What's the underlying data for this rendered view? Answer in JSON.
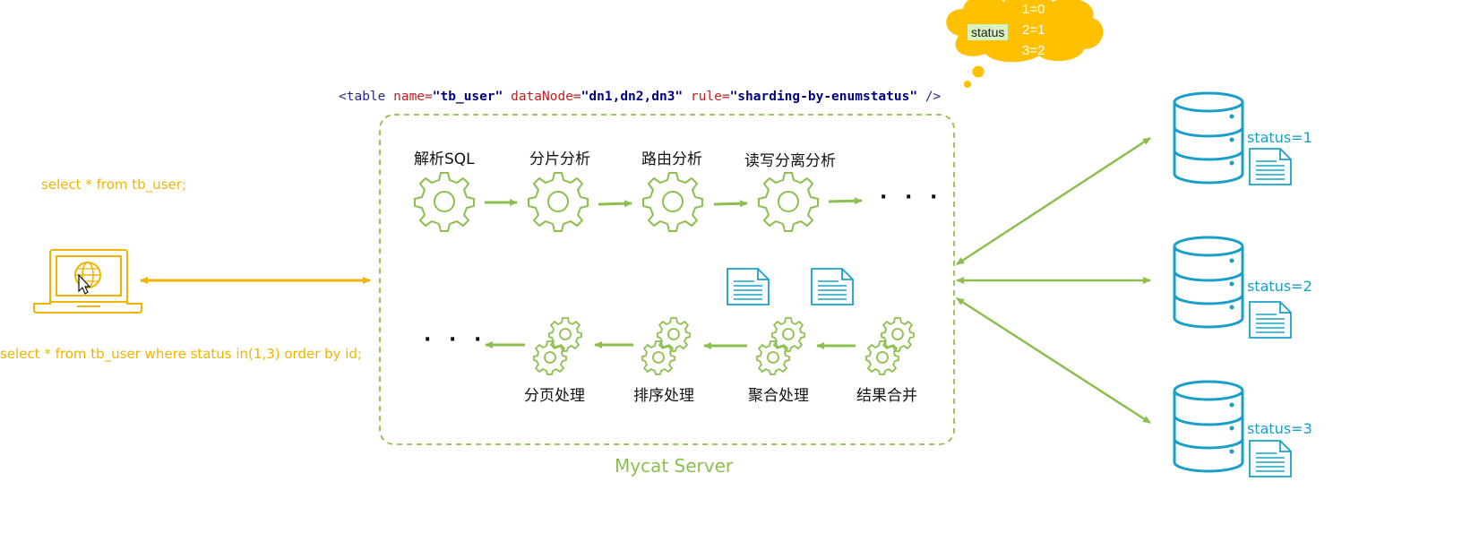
{
  "query_top": "select * from tb_user;",
  "query_bottom": "select * from tb_user where  status in(1,3) order by id;",
  "config": {
    "open": "<table",
    "name_attr": "name=",
    "name_val": "\"tb_user\"",
    "datanode_attr": "dataNode=",
    "datanode_val": "\"dn1,dn2,dn3\"",
    "rule_attr": "rule=",
    "rule_val": "\"sharding-by-enumstatus\"",
    "close": "/>"
  },
  "cloud": {
    "key": "status",
    "mappings": [
      "1=0",
      "2=1",
      "3=2"
    ]
  },
  "server": {
    "title": "Mycat Server",
    "top_steps": [
      "解析SQL",
      "分片分析",
      "路由分析",
      "读写分离分析"
    ],
    "bottom_steps": [
      "分页处理",
      "排序处理",
      "聚合处理",
      "结果合并"
    ],
    "continuation": "· · ·"
  },
  "nodes": [
    {
      "label": "status=1"
    },
    {
      "label": "status=2"
    },
    {
      "label": "status=3"
    }
  ],
  "colors": {
    "green": "#8dbf4e",
    "yellow": "#f0b400",
    "blue": "#1aa0c8"
  },
  "icons": [
    "laptop-globe-icon",
    "gear-icon",
    "double-gear-icon",
    "document-icon",
    "database-icon",
    "cursor-icon"
  ]
}
